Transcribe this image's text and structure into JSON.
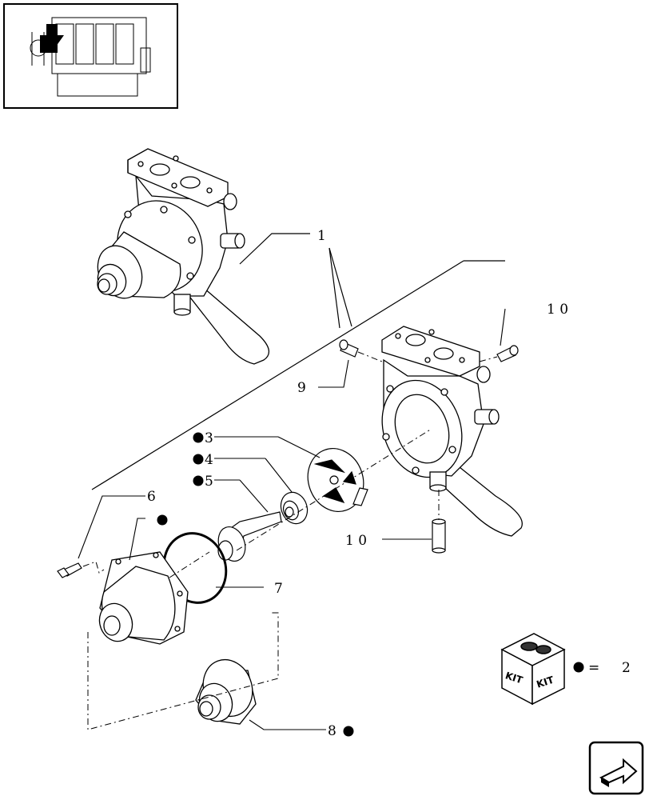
{
  "callouts": [
    {
      "id": "1",
      "text": "1",
      "kit": false
    },
    {
      "id": "3",
      "text": "3",
      "kit": true
    },
    {
      "id": "4",
      "text": "4",
      "kit": true
    },
    {
      "id": "5",
      "text": "5",
      "kit": true
    },
    {
      "id": "6",
      "text": "6",
      "kit": true
    },
    {
      "id": "7",
      "text": "7",
      "kit": false
    },
    {
      "id": "8",
      "text": "8",
      "kit": true
    },
    {
      "id": "9",
      "text": "9",
      "kit": false
    },
    {
      "id": "10a",
      "text": "1 0",
      "kit": false
    },
    {
      "id": "10b",
      "text": "1 0",
      "kit": false
    }
  ],
  "kit_legend": {
    "badge_text_left": "KIT",
    "badge_text_right": "KIT",
    "equals": "=",
    "value": "2"
  },
  "icons": {
    "thumbnail": "engine-thumbnail-icon",
    "kit": "kit-box-icon",
    "next_page": "next-page-arrow-icon"
  }
}
